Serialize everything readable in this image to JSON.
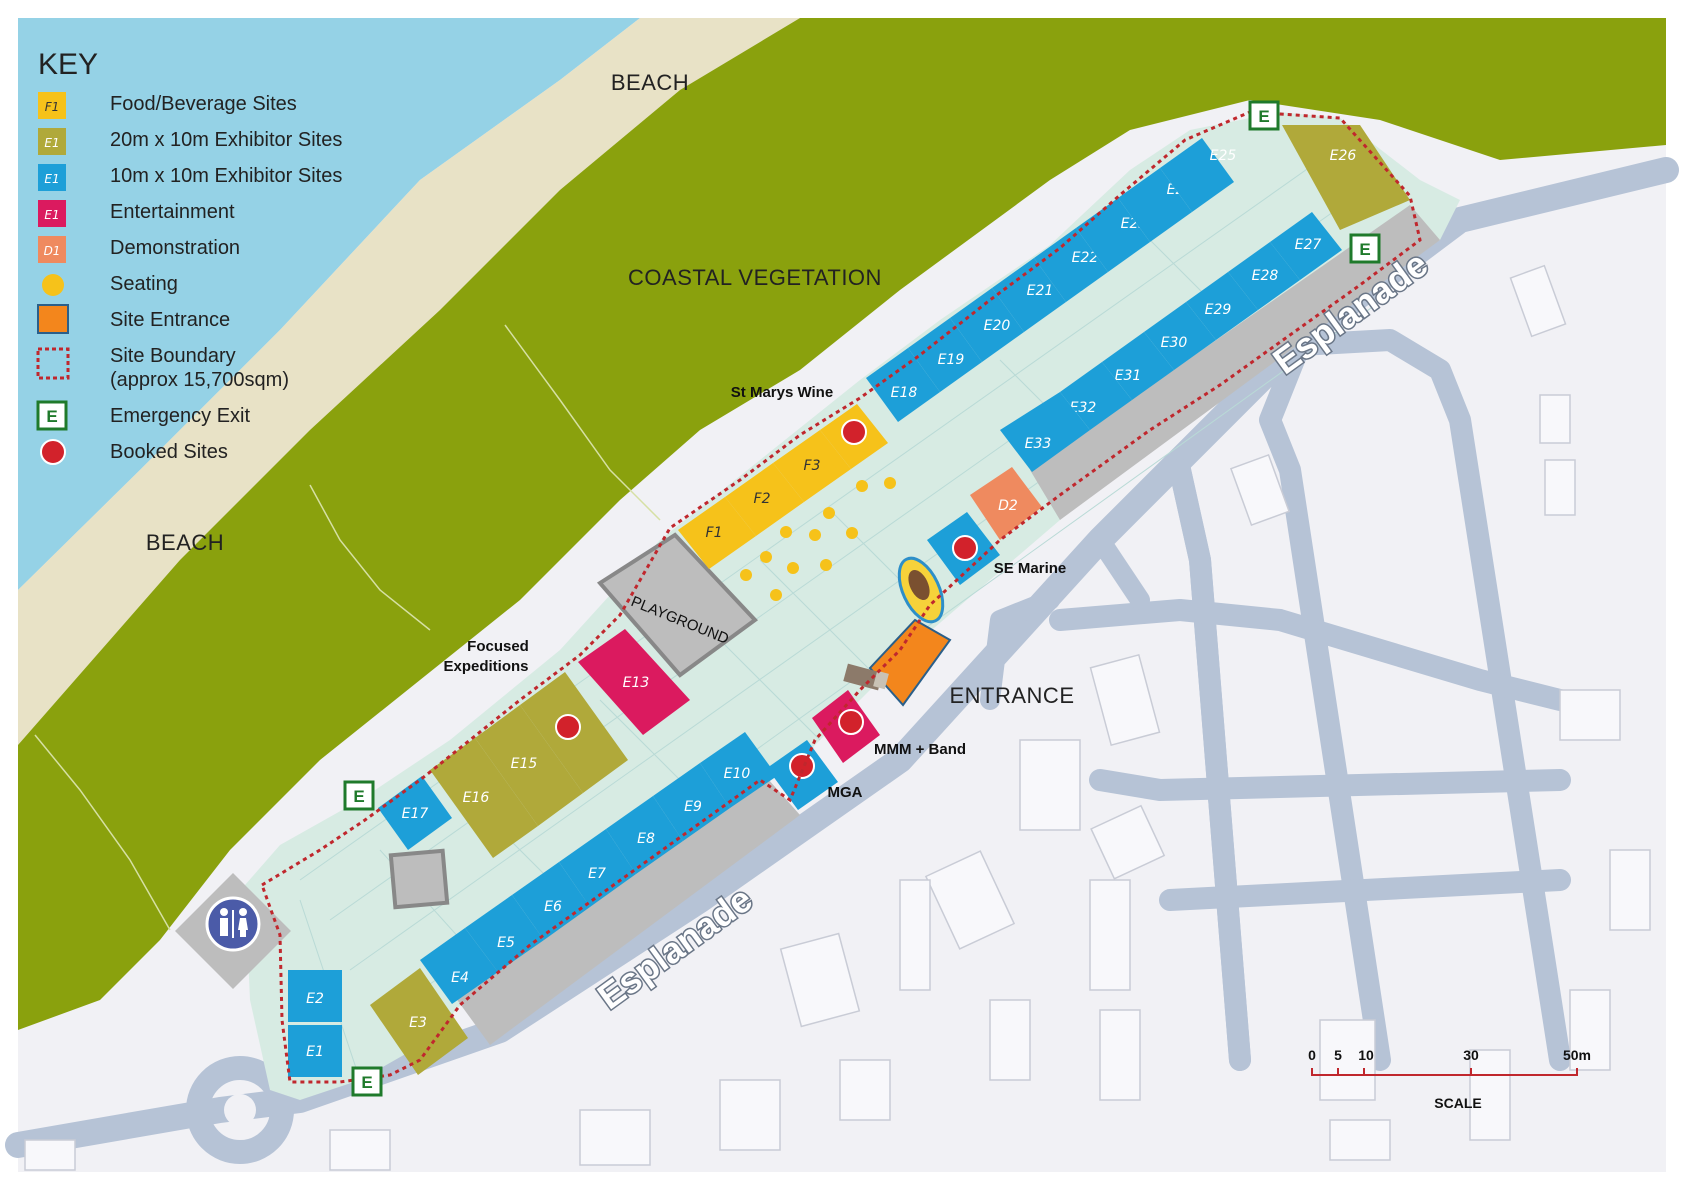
{
  "key": {
    "title": "KEY",
    "items": [
      {
        "swatch": "F1",
        "label": "Food/Beverage Sites",
        "color": "#f6c21a"
      },
      {
        "swatch": "E1",
        "label": "20m x 10m Exhibitor Sites",
        "color": "#b0a93a"
      },
      {
        "swatch": "E1",
        "label": "10m x 10m Exhibitor Sites",
        "color": "#1d9fd8"
      },
      {
        "swatch": "E1",
        "label": "Entertainment",
        "color": "#db1a5f"
      },
      {
        "swatch": "D1",
        "label": "Demonstration",
        "color": "#ef8a5f"
      },
      {
        "swatch": "",
        "label": "Seating",
        "color": "#f6c21a"
      },
      {
        "swatch": "",
        "label": "Site Entrance",
        "color": "#f3861c"
      },
      {
        "swatch": "",
        "label": "Site Boundary",
        "label2": "(approx 15,700sqm)",
        "color": "#c0272d"
      },
      {
        "swatch": "E",
        "label": "Emergency Exit",
        "color": "#1f7a2b"
      },
      {
        "swatch": "",
        "label": "Booked Sites",
        "color": "#d2222b"
      }
    ]
  },
  "areas": {
    "beach_top": "BEACH",
    "beach_left": "BEACH",
    "vegetation": "COASTAL VEGETATION",
    "entrance": "ENTRANCE",
    "playground": "PLAYGROUND"
  },
  "roads": {
    "esplanade_upper": "Esplanade",
    "esplanade_lower": "Esplanade"
  },
  "booked_labels": {
    "st_marys": "St Marys Wine",
    "se_marine": "SE Marine",
    "focused": "Focused",
    "expeditions": "Expeditions",
    "mmm": "MMM + Band",
    "mga": "MGA"
  },
  "exit_letter": "E",
  "sites": {
    "F1": "F1",
    "F2": "F2",
    "F3": "F3",
    "D2": "D2",
    "E1": "E1",
    "E2": "E2",
    "E3": "E3",
    "E4": "E4",
    "E5": "E5",
    "E6": "E6",
    "E7": "E7",
    "E8": "E8",
    "E9": "E9",
    "E10": "E10",
    "E13": "E13",
    "E15": "E15",
    "E16": "E16",
    "E17": "E17",
    "E18": "E18",
    "E19": "E19",
    "E20": "E20",
    "E21": "E21",
    "E22": "E22",
    "E23": "E23",
    "E24": "E24",
    "E25": "E25",
    "E26": "E26",
    "E27": "E27",
    "E28": "E28",
    "E29": "E29",
    "E30": "E30",
    "E31": "E31",
    "E32": "E32",
    "E33": "E33"
  },
  "scale": {
    "ticks": [
      "0",
      "5",
      "10",
      "30",
      "50m"
    ],
    "label": "SCALE"
  },
  "colors": {
    "sea": "#95d2e6",
    "sand": "#e8e2c6",
    "vegetation": "#8aa10d",
    "site": "#d7ebe3",
    "grid": "#b9dad6",
    "road": "#b6c3d6",
    "building": "#f1f2f7",
    "food": "#f6c21a",
    "exhibitor_large": "#b0a93a",
    "exhibitor": "#1d9fd8",
    "entertainment": "#db1a5f",
    "demo": "#ef8a5f",
    "entrance": "#f3861c",
    "boundary": "#c0272d",
    "exit": "#1f7a2b",
    "booked": "#d2222b"
  }
}
